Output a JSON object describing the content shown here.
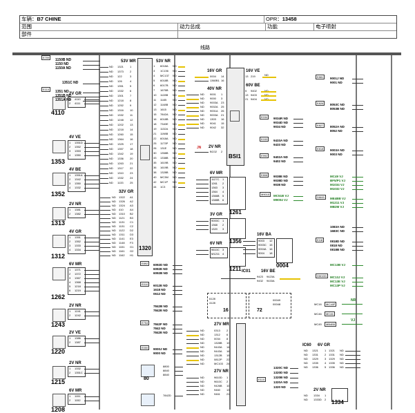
{
  "header": {
    "vehicle_label": "车辆：",
    "vehicle_value": "B7 CHINE",
    "opr_label": "OPR：",
    "opr_value": "13458",
    "scope_label": "范围",
    "assembly_label": "动力总成",
    "function_label": "功能",
    "function_value": "电子喷射",
    "part_label": "部件"
  },
  "lines_label": "线路",
  "left_components": [
    {
      "num": "4110",
      "conn": "2V GR",
      "pins": [
        "1",
        "2"
      ],
      "wires": [
        "4110",
        "4111"
      ]
    },
    {
      "num": "1353",
      "conn": "4V VE",
      "pins": [
        "1",
        "2",
        "3",
        "4"
      ],
      "wires": [
        "1351D",
        "1352",
        "1353",
        "1350"
      ]
    },
    {
      "num": "1352",
      "conn": "4V BE",
      "pins": [
        "1",
        "2",
        "3",
        "4"
      ],
      "wires": [
        "1351A",
        "1342",
        "1350",
        "1332"
      ]
    },
    {
      "num": "1313",
      "conn": "2V NR",
      "pins": [
        "1",
        "2"
      ],
      "wires": [
        "1381",
        "1382"
      ]
    },
    {
      "num": "1312",
      "conn": "4V GR",
      "pins": [
        "1",
        "2",
        "3",
        "4"
      ],
      "wires": [
        "1351",
        "1352",
        "1333",
        "1334"
      ]
    },
    {
      "num": "1262",
      "conn": "6V MR",
      "pins": [
        "1",
        "2",
        "3",
        "4",
        "5",
        "6"
      ],
      "wires": [
        "1371",
        "1372",
        "1367",
        "1368",
        "1218",
        "1219"
      ]
    },
    {
      "num": "1243",
      "conn": "2V NR",
      "pins": [
        "1",
        "2"
      ],
      "wires": [
        "1241",
        "1242"
      ]
    },
    {
      "num": "1220",
      "conn": "2V VE",
      "pins": [
        "1",
        "2"
      ],
      "wires": [
        "1386",
        "1387"
      ]
    },
    {
      "num": "1215",
      "conn": "2V NR",
      "pins": [
        "1",
        "2"
      ],
      "wires": [
        "1332",
        "1351C"
      ]
    },
    {
      "num": "1208",
      "conn": "6V MR",
      "pins": [
        "1",
        "2"
      ],
      "wires": [
        "1151",
        "1152"
      ]
    }
  ],
  "top_left_tags": [
    {
      "tag": "E709",
      "lines": [
        "1150B ND",
        "1150 ND",
        "1150A ND"
      ]
    },
    {
      "tag": "",
      "lines": [
        "1351C ND"
      ]
    },
    {
      "tag": "E110",
      "lines": [
        "1351 ND",
        "1351B ND",
        "1351A ND"
      ]
    }
  ],
  "ecu1320": {
    "num": "1320",
    "conn_a": "53V MR",
    "conn_b": "53V NR",
    "conn_c": "32V GR",
    "wires_a": [
      "1321",
      "1373",
      "122",
      "126",
      "1351",
      "1332",
      "1301",
      "1218",
      "1252",
      "1316",
      "1332",
      "1248",
      "1202",
      "1218",
      "1260",
      "1364",
      "1325",
      "1357",
      "1342",
      "1336",
      "1263",
      "1317",
      "1310",
      "1332",
      "1133"
    ],
    "pins_a": [
      "1",
      "2",
      "3",
      "4",
      "5",
      "6",
      "7",
      "8",
      "9",
      "10",
      "11",
      "12",
      "13",
      "14",
      "15",
      "16",
      "17",
      "18",
      "19",
      "20",
      "21",
      "22",
      "23",
      "24",
      "25"
    ],
    "wires_b": [
      "6018A",
      "1C136",
      "MC137",
      "6018B",
      "6017B",
      "1676B",
      "1128B",
      "114B",
      "1148B",
      "1615",
      "7842A",
      "6018B",
      "7340E",
      "1132A",
      "1198B",
      "6018A",
      "1173P",
      "131E",
      "1358B",
      "1338B",
      "1619B",
      "1619B",
      "1328B",
      "MC3M",
      "MC1P",
      "1C3"
    ],
    "pins_b": [
      "1",
      "3",
      "4",
      "5",
      "6",
      "7",
      "10",
      "11",
      "12",
      "13",
      "15",
      "16",
      "18",
      "19",
      "21",
      "22",
      "25",
      "26",
      "30",
      "33",
      "35",
      "36",
      "38",
      "40",
      "42",
      "44"
    ],
    "wires_c": [
      "1322",
      "1326",
      "1324",
      "410",
      "1310",
      "1121",
      "1131",
      "1131",
      "1122",
      "1311",
      "1141",
      "1148",
      "1151",
      "1161",
      "1162"
    ],
    "pins_c": [
      "A1",
      "A2",
      "A3",
      "A4",
      "B2",
      "B3",
      "C1",
      "C2",
      "D2",
      "D3",
      "E3",
      "F3",
      "G1",
      "G2",
      "H1"
    ]
  },
  "bsi1": {
    "num": "BSI1",
    "conn_vr": "16V GR",
    "conn_ve": "16V VE",
    "conn_nr": "40V NR",
    "conn_be": "60V BE",
    "conn_2v": "2V NR",
    "wires_vr": [
      "0004",
      "1360B1"
    ],
    "pins_vr": [
      "14",
      "16"
    ],
    "wires_ve": [
      "219"
    ],
    "pins_ve": [
      "13"
    ],
    "wires_nr": [
      "9001",
      "9000",
      "9003A",
      "9002A",
      "9001A",
      "9003A",
      "1303",
      "9041",
      "9042"
    ],
    "pins_nr": [
      "1",
      "3",
      "23",
      "25",
      "26",
      "21",
      "16",
      "15",
      "32"
    ],
    "wires_be": [
      "9402",
      "9403",
      "9404"
    ],
    "pins_be": [
      "5",
      "13",
      "21"
    ],
    "wires_2v": [
      "BC02"
    ],
    "pins_2v": [
      "2"
    ],
    "jn": "JN"
  },
  "mid_components": [
    {
      "num": "1261",
      "conn": "6V MR",
      "wires": [
        "1127C",
        "1261",
        "1363",
        "1364",
        "1366B",
        "1388B"
      ],
      "pins": [
        "1",
        "2",
        "3",
        "4",
        "5",
        "6"
      ]
    },
    {
      "num": "1356",
      "conn": "3V GR",
      "wires": [
        "9000C",
        "1368",
        "1320"
      ],
      "pins": [
        "1",
        "2",
        "3"
      ]
    },
    {
      "num": "1211",
      "conn": "6V NR",
      "wires": [
        "9610C",
        "M1211"
      ],
      "pins": [
        "3",
        "4"
      ]
    },
    {
      "num": "0004",
      "conn": "16V BA",
      "wires": [
        "9003",
        "9003C",
        "9004A",
        "9004"
      ],
      "pins": [
        "12",
        "15",
        "16",
        "18"
      ]
    }
  ],
  "ic01": {
    "label": "IC01",
    "conn": "16V BE",
    "wires": [
      "9423",
      "9423A",
      "9432",
      "9433A"
    ],
    "pins": [
      "6",
      "8"
    ]
  },
  "sensor16": {
    "num": "16",
    "lines": [
      "6128",
      "4128"
    ]
  },
  "sensor72": {
    "num": "72",
    "lines": [
      "00049",
      "00048"
    ]
  },
  "ecu_bottom": {
    "conn_a": "27V MR",
    "wires_a": [
      "0313",
      "1312",
      "0034",
      "1328B",
      "9443A",
      "9443A",
      "1312B",
      "0812P",
      "MC103"
    ],
    "pins_a": [
      "2",
      "6",
      "8",
      "10",
      "14",
      "16",
      "19",
      "22",
      "24"
    ],
    "conn_b": "27V NR",
    "wires_b": [
      "9610D",
      "9610C",
      "9426B",
      "9460",
      "9461"
    ],
    "pins_b": [
      "1",
      "2",
      "10",
      "13",
      "21"
    ]
  },
  "right_panel": {
    "groups": [
      {
        "tag": "E881",
        "lines": [
          "9001J ND",
          "9001 ND"
        ]
      },
      {
        "tag": "E826",
        "lines": [
          "8053C ND",
          "8053B ND"
        ]
      },
      {
        "tag": "E827",
        "lines": [
          "8052A ND",
          "8052 ND"
        ]
      },
      {
        "tag": "E818",
        "lines": [
          "9003A ND",
          "9003 ND"
        ]
      },
      {
        "tag": "",
        "lines": [
          "MC49 VJ",
          "BF5/P1 VJ",
          "M1034 VJ",
          "M1032 VJ"
        ]
      },
      {
        "tag": "DM45",
        "lines": [
          "ME4BB VJ",
          "M1211 VJ",
          "MB2M VJ"
        ]
      },
      {
        "tag": "",
        "lines": [
          "1083A ND",
          "1683C ND"
        ]
      },
      {
        "tag": "E1I8",
        "lines": [
          "0818D ND",
          "0818 ND",
          "0818B ND"
        ]
      },
      {
        "tag": "",
        "lines": [
          "MC13B VJ"
        ]
      },
      {
        "tag": "DM1DD",
        "lines": [
          "MC13J VJ",
          "MC13E VJ",
          "MC13P VJ"
        ]
      }
    ],
    "mc_tags": [
      {
        "tag": "MC16",
        "wire": "MC16P",
        "label": "NR"
      },
      {
        "tag": "MC46",
        "wire": "MC46",
        "label": ""
      },
      {
        "tag": "MC45",
        "wire": "MB4B5",
        "label": "VJ"
      }
    ],
    "mid_tags": [
      {
        "tag": "E034",
        "lines": [
          "9034R ND",
          "9034D ND",
          "9034 ND"
        ]
      },
      {
        "tag": "E033",
        "lines": [
          "9433A ND",
          "9433 ND"
        ]
      },
      {
        "tag": "E992",
        "lines": [
          "9402A ND",
          "9402 ND"
        ]
      },
      {
        "tag": "E808",
        "lines": [
          "9038E ND",
          "9038D ND",
          "9038 ND"
        ]
      },
      {
        "tag": "M9015",
        "lines": [
          "MC51B VJ",
          "M9004 VJ"
        ]
      }
    ]
  },
  "left_mid_tags": [
    {
      "tag": "E892",
      "lines": [
        "6092D ND",
        "6092E ND",
        "6092B ND"
      ]
    },
    {
      "tag": "E010",
      "lines": [
        "6012E ND",
        "1618 ND",
        "0612 ND"
      ]
    },
    {
      "tag": "",
      "lines": [
        "7842B ND",
        "7842E ND"
      ]
    },
    {
      "tag": "E754",
      "lines": [
        "7842F ND",
        "7842 ND",
        "7842E ND"
      ]
    },
    {
      "tag": "E000",
      "lines": [
        "9000J ND",
        "9000 ND"
      ]
    }
  ],
  "bottom_left_units": [
    {
      "num": "80",
      "lines": [
        "8800",
        "8840",
        "8840"
      ]
    },
    {
      "num": "",
      "lines": [
        "7842D"
      ]
    }
  ],
  "ic60": {
    "label": "IC60",
    "conn": "6V GR",
    "wires": [
      "1321",
      "1331",
      "1329",
      "1335",
      "1336"
    ],
    "pins": [
      "1",
      "2",
      "3",
      "4",
      "5"
    ]
  },
  "c1334": {
    "num": "1334",
    "conn": "2V NR",
    "wires": [
      "1334",
      "1333D"
    ],
    "pins": [
      "1",
      "2"
    ]
  },
  "e110b": {
    "tag": "E110",
    "lines": [
      "1320C ND",
      "1320D ND",
      "1320B ND",
      "1320A ND",
      "1320 ND"
    ]
  },
  "colors": {
    "accent_wire": "#e6c200",
    "ground_wire": "#333333",
    "green_text": "#1a7a1a"
  }
}
